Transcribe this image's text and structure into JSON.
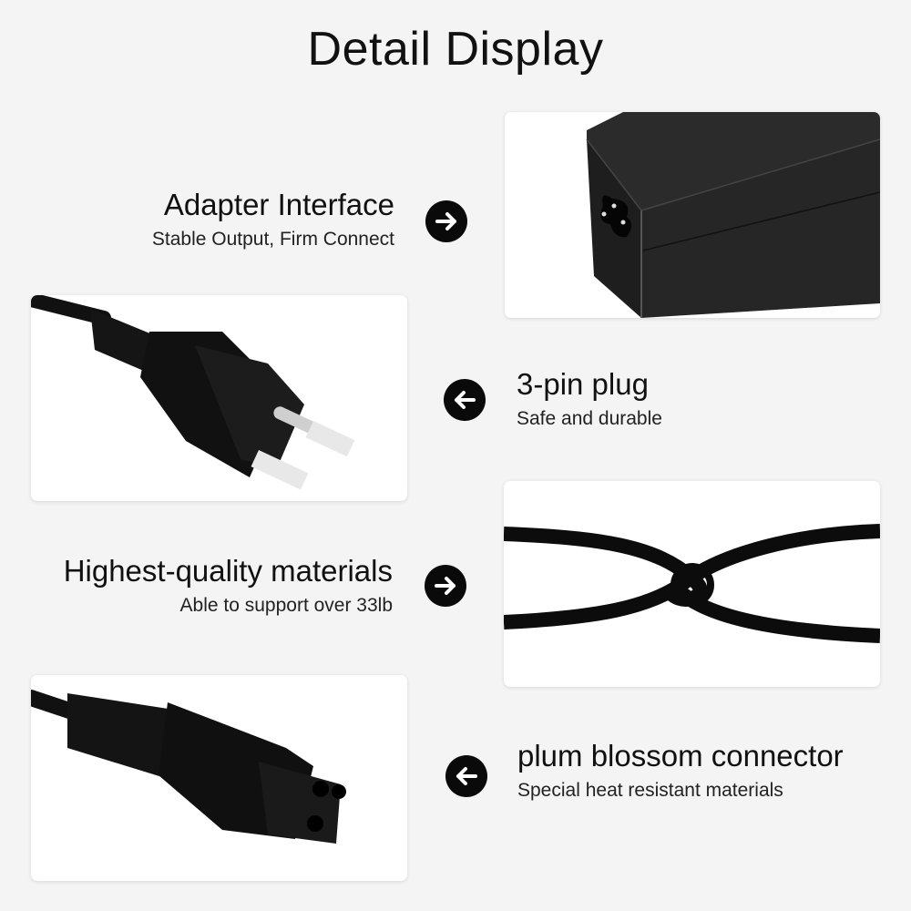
{
  "title": "Detail Display",
  "features": [
    {
      "heading": "Adapter Interface",
      "subtext": "Stable Output, Firm Connect",
      "arrow": "arrow-right-icon",
      "image": "power-adapter-brick"
    },
    {
      "heading": "3-pin plug",
      "subtext": "Safe and durable",
      "arrow": "arrow-left-icon",
      "image": "us-3-pin-plug"
    },
    {
      "heading": "Highest-quality materials",
      "subtext": "Able to support over 33lb",
      "arrow": "arrow-right-icon",
      "image": "knotted-cable"
    },
    {
      "heading": "plum blossom connector",
      "subtext": "Special heat resistant materials",
      "arrow": "arrow-left-icon",
      "image": "c5-cloverleaf-connector"
    }
  ],
  "colors": {
    "background": "#f4f4f4",
    "panel": "#ffffff",
    "arrow_bg": "#0a0a0a",
    "text": "#111111"
  }
}
